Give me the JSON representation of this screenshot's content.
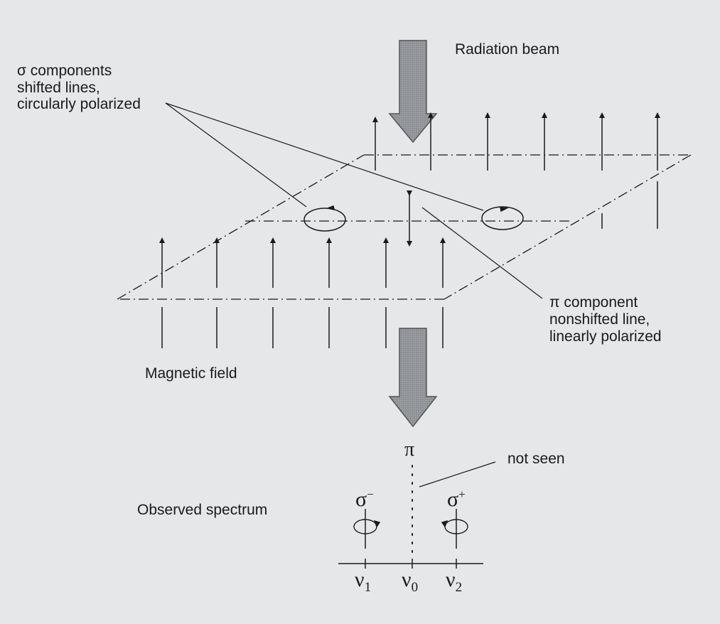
{
  "labels": {
    "radiation_beam": "Radiation beam",
    "sigma_line1": "σ components",
    "sigma_line2": "shifted lines,",
    "sigma_line3": "circularly polarized",
    "pi_line1": "π component",
    "pi_line2": "nonshifted line,",
    "pi_line3": "linearly polarized",
    "magnetic_field": "Magnetic field",
    "observed_spectrum": "Observed spectrum",
    "pi_symbol": "π",
    "not_seen": "not seen",
    "sigma_minus": "σ",
    "sigma_minus_sup": "−",
    "sigma_plus": "σ",
    "sigma_plus_sup": "+",
    "nu1": "ν",
    "nu1_sub": "1",
    "nu0": "ν",
    "nu0_sub": "0",
    "nu2": "ν",
    "nu2_sub": "2"
  },
  "colors": {
    "background": "#e6e7e9",
    "ink": "#1a1a1a",
    "arrow_fill": "#8f9296"
  }
}
